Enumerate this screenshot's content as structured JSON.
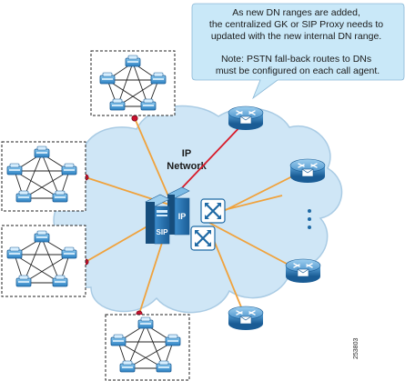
{
  "callout": {
    "lines": [
      "As new DN ranges are added,",
      "the centralized GK or SIP Proxy needs to",
      "updated with the new internal DN range.",
      "",
      "Note: PSTN fall-back routes to DNs",
      "must be configured on each call agent."
    ]
  },
  "network": {
    "label_line1": "IP",
    "label_line2": "Network"
  },
  "server": {
    "label_front": "SIP",
    "label_back": "IP"
  },
  "figure_id": "253803",
  "colors": {
    "cloud": "#cfe6f6",
    "cloud_stroke": "#a9cbe4",
    "link": "#f0a23c",
    "link_highlight": "#d81b2a",
    "connector": "#c8102e",
    "router": "#1f6aa5",
    "callout_fill": "#c9e8f8",
    "device_blue": "#2a7fc1"
  },
  "icons": {
    "cluster_node": "ip-phone-icon",
    "router": "router-icon",
    "server": "sip-server-icon",
    "switch": "switch-icon"
  }
}
